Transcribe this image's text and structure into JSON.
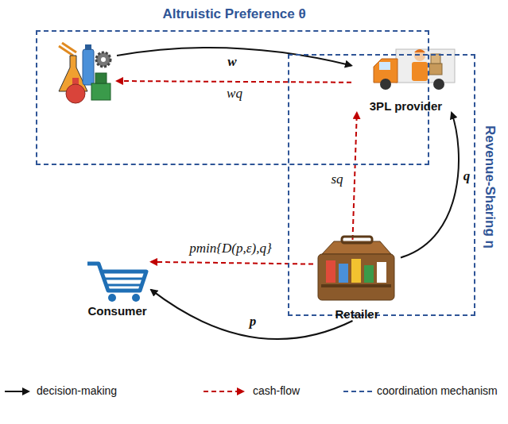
{
  "diagram": {
    "nodes": [
      {
        "text": [
          "Altruistic Preference θ"
        ]
      },
      {
        "text": [
          "Revenue-Sharing η"
        ]
      },
      {
        "text": [],
        "in": 0
      },
      {
        "text": [
          "3PL provider"
        ],
        "in": 0
      },
      {
        "text": [
          "Consumer"
        ]
      },
      {
        "text": [
          "Retailer"
        ],
        "in": 1
      }
    ],
    "edges": [
      {
        "from": 2,
        "to": 3,
        "label": "w",
        "arrow": "to"
      },
      {
        "from": 3,
        "to": 2,
        "label": "wq",
        "arrow": "to"
      },
      {
        "from": 5,
        "to": 3,
        "label": "q",
        "arrow": "to"
      },
      {
        "from": 5,
        "to": 3,
        "label": "sq",
        "arrow": "to"
      },
      {
        "from": 5,
        "to": 4,
        "label": "pmin{D(p,ε),q}",
        "arrow": "to"
      },
      {
        "from": 5,
        "to": 4,
        "label": "p",
        "arrow": "to"
      }
    ],
    "legend": [
      {
        "text": "decision-making"
      },
      {
        "text": "cash-flow"
      },
      {
        "text": "coordination mechanism"
      }
    ]
  }
}
